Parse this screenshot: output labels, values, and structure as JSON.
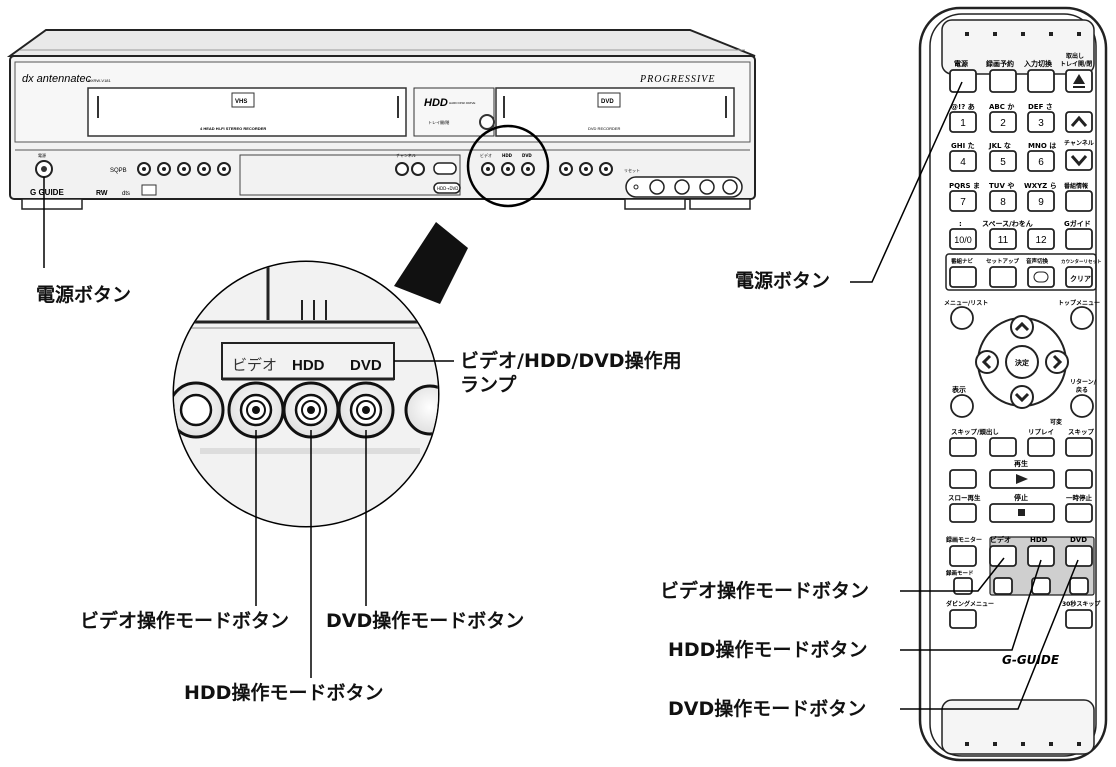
{
  "recorder": {
    "brand": "dx antennatec",
    "model": "DXRW-V181",
    "series": "PROGRESSIVE",
    "vhs_logo": "VHS",
    "vhs_caption": "4 HEAD HI-FI STEREO RECORDER",
    "hdd_logo": "HDD",
    "hdd_sub": "HARD DISK DRIVE",
    "tray_label": "トレイ開/閉",
    "dvd_logo": "DVD",
    "dvd_caption": "DVD RECORDER",
    "power_small": "電源",
    "channel_small": "チャンネル",
    "video_small": "ビデオ",
    "hdd_small": "HDD",
    "dvd_small": "DVD",
    "sqpb": "SQPB",
    "reset": "リセット",
    "hdd_dvd_button": "HDD→DVD"
  },
  "zoom": {
    "lamp_video": "ビデオ",
    "lamp_hdd": "HDD",
    "lamp_dvd": "DVD"
  },
  "remote": {
    "top_row": [
      "電源",
      "録画予約",
      "入力切換",
      "取出し\nトレイ開/閉"
    ],
    "num_rows": [
      [
        "@!? あ",
        "ABC か",
        "DEF さ"
      ],
      [
        "GHI た",
        "JKL な",
        "MNO は"
      ],
      [
        "PQRS ま",
        "TUV や",
        "WXYZ ら"
      ],
      [
        ":",
        "スペース/わをん",
        ""
      ]
    ],
    "num_keys": [
      "1",
      "2",
      "3",
      "4",
      "5",
      "6",
      "7",
      "8",
      "9",
      "10/0",
      "11",
      "12"
    ],
    "channel": "チャンネル",
    "program_info": "番組情報",
    "g_guide": "Gガイド",
    "row_nav": [
      "番組ナビ",
      "セットアップ",
      "音声切換",
      "カウンターリセット"
    ],
    "clear": "クリア",
    "menu_list": "メニュー/リスト",
    "top_menu": "トップメニュー",
    "enter": "決定",
    "display": "表示",
    "return": "リターン/戻る",
    "skip_rev": "スキップ/頭出し",
    "replay": "リプレイ",
    "variable": "可変",
    "skip_fwd": "スキップ",
    "play": "再生",
    "slow": "スロー再生",
    "stop": "停止",
    "pause": "一時停止",
    "rec_monitor": "録画モニター",
    "mode_video": "ビデオ",
    "mode_hdd": "HDD",
    "mode_dvd": "DVD",
    "rec_mode": "録画モード",
    "dubbing_menu": "ダビングメニュー",
    "skip30": "30秒スキップ",
    "gguide_logo": "G-GUIDE"
  },
  "callouts": {
    "power_left": "電源ボタン",
    "power_right": "電源ボタン",
    "lamp": "ビデオ/HDD/DVD操作用\nランプ",
    "lamp_line1": "ビデオ/HDD/DVD操作用",
    "lamp_line2": "ランプ",
    "video_mode_left": "ビデオ操作モードボタン",
    "dvd_mode_left": "DVD操作モードボタン",
    "hdd_mode_left": "HDD操作モードボタン",
    "video_mode_right": "ビデオ操作モードボタン",
    "hdd_mode_right": "HDD操作モードボタン",
    "dvd_mode_right": "DVD操作モードボタン"
  }
}
